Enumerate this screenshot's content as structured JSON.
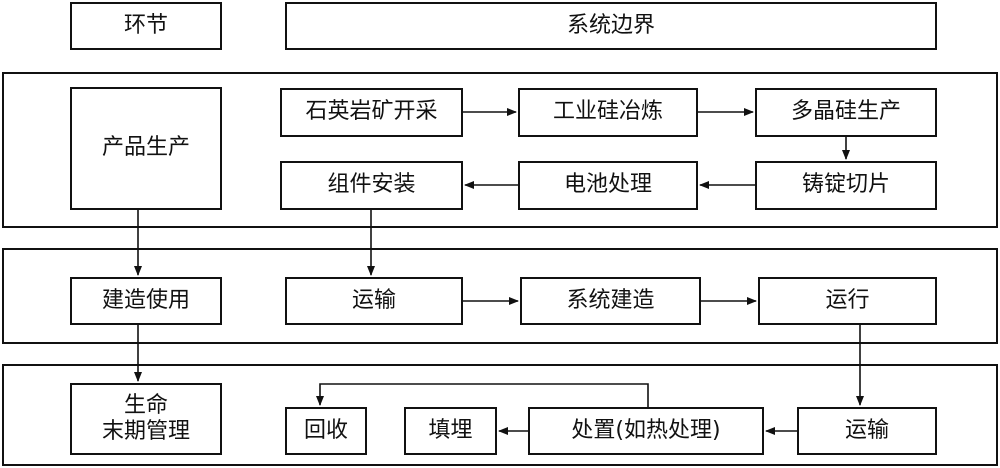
{
  "header": {
    "stage_label": "环节",
    "boundary_label": "系统边界"
  },
  "stages": {
    "production": "产品生产",
    "use": "建造使用",
    "eol_line1": "生命",
    "eol_line2": "末期管理"
  },
  "production": {
    "mining": "石英岩矿开采",
    "smelting": "工业硅冶炼",
    "polysilicon": "多晶硅生产",
    "ingot_wafer": "铸锭切片",
    "cell": "电池处理",
    "module": "组件安装"
  },
  "use": {
    "transport": "运输",
    "construction": "系统建造",
    "operation": "运行"
  },
  "eol": {
    "transport": "运输",
    "disposal": "处置(如热处理)",
    "landfill": "填埋",
    "recycle": "回收"
  }
}
